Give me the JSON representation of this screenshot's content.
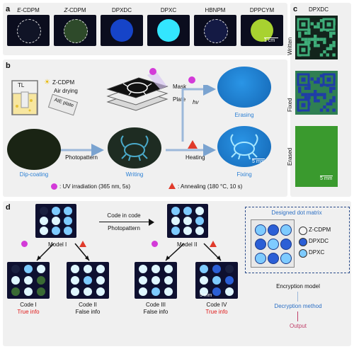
{
  "panels": {
    "a": "a",
    "b": "b",
    "c": "c",
    "d": "d"
  },
  "panel_a": {
    "samples": [
      {
        "label": "E-CDPM",
        "italic_prefix": "E",
        "color": "#101426"
      },
      {
        "label": "Z-CDPM",
        "italic_prefix": "Z",
        "color": "#2e4a2a"
      },
      {
        "label": "DPXDC",
        "color": "#1644c8"
      },
      {
        "label": "DPXC",
        "color": "#33e6ff"
      },
      {
        "label": "HBNPM",
        "color": "#141a44"
      },
      {
        "label": "DPPCYM",
        "color": "#a8d230"
      }
    ],
    "scale": "1 cm"
  },
  "panel_b": {
    "tl": "TL",
    "z_cdpm": "Z-CDPM",
    "air_drying": "Air drying",
    "aie_plate": "AIE plate",
    "mask": "Mask",
    "plate": "Plate",
    "hv": "hv",
    "erasing": "Erasing",
    "dip_coating": "Dip-coating",
    "photopattern": "Photopattern",
    "writing": "Writing",
    "heating": "Heating",
    "fixing": "Fixing",
    "scale": "5 mm",
    "legend_uv": ": UV irradiation (365 nm, 5s)",
    "legend_anneal": ": Annealing (180 °C, 10 s)"
  },
  "panel_c": {
    "title": "DPXDC",
    "rows": [
      "Written",
      "Fixed",
      "Erased"
    ],
    "scale": "5 mm"
  },
  "panel_d": {
    "code_in_code": "Code in code",
    "photopattern": "Photopattern",
    "model_1": "Model I",
    "model_2": "Model II",
    "designed": "Designed dot matrix",
    "legend": [
      "Z-CDPM",
      "DPXDC",
      "DPXC"
    ],
    "codes": [
      {
        "name": "Code I",
        "info": "True info",
        "color": "#e01818"
      },
      {
        "name": "Code II",
        "info": "False info",
        "color": "#111111"
      },
      {
        "name": "Code III",
        "info": "False info",
        "color": "#111111"
      },
      {
        "name": "Code IV",
        "info": "True info",
        "color": "#e01818"
      }
    ],
    "scale": "5 mm",
    "flow": [
      "Encryption model",
      "Decryption method",
      "Output"
    ]
  }
}
